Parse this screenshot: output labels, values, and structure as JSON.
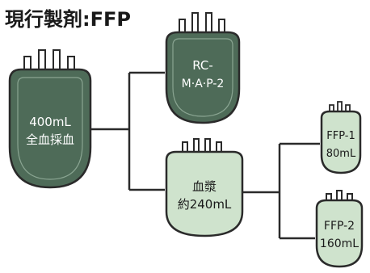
{
  "title": "現行製剤:FFP",
  "bags": {
    "whole_blood": {
      "line1": "400mL",
      "line2": "全血採血"
    },
    "rcmap": {
      "line1": "RC-",
      "line2": "M·A·P-2"
    },
    "plasma": {
      "line1": "血漿",
      "line2": "約240mL"
    },
    "ffp1": {
      "line1": "FFP-1",
      "line2": "80mL"
    },
    "ffp2": {
      "line1": "FFP-2",
      "line2": "160mL"
    }
  },
  "colors": {
    "dark_green": "#4e6b58",
    "light_green": "#cfe3cd",
    "bag_outline": "#2a2a2a",
    "line": "#2a2a2a"
  }
}
